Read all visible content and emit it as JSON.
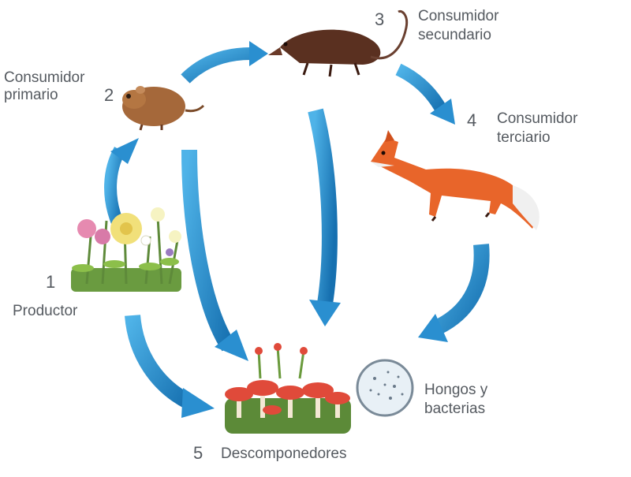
{
  "nodes": {
    "producer": {
      "number": "1",
      "label": "Productor"
    },
    "primary": {
      "number": "2",
      "label_line1": "Consumidor",
      "label_line2": "primario"
    },
    "secondary": {
      "number": "3",
      "label_line1": "Consumidor",
      "label_line2": "secundario"
    },
    "tertiary": {
      "number": "4",
      "label_line1": "Consumidor",
      "label_line2": "terciario"
    },
    "decomposers": {
      "number": "5",
      "label": "Descomponedores"
    },
    "microbes": {
      "label_line1": "Hongos y",
      "label_line2": "bacterias"
    }
  },
  "colors": {
    "arrow": "#1d8fd0",
    "arrow_dark": "#1670b0",
    "text": "#555a60",
    "fox": "#e8652a",
    "mouse": "#8a5528",
    "shrew": "#5a3020"
  },
  "icons": [
    "flowers-icon",
    "mouse-icon",
    "shrew-icon",
    "fox-icon",
    "mushrooms-icon",
    "microbe-dish-icon"
  ]
}
